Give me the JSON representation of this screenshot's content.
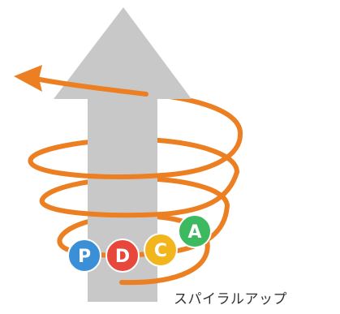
{
  "colors": {
    "arrow": "#c8c8c8",
    "spiral": "#ec7f22",
    "p_badge": "#3b8fd6",
    "d_badge": "#e8473b",
    "c_badge": "#f2b61c",
    "a_badge": "#3dba5f",
    "badge_text": "#ffffff"
  },
  "badges": [
    {
      "letter": "P",
      "color_key": "p_badge"
    },
    {
      "letter": "D",
      "color_key": "d_badge"
    },
    {
      "letter": "C",
      "color_key": "c_badge"
    },
    {
      "letter": "A",
      "color_key": "a_badge"
    }
  ],
  "caption": "スパイラルアップ"
}
